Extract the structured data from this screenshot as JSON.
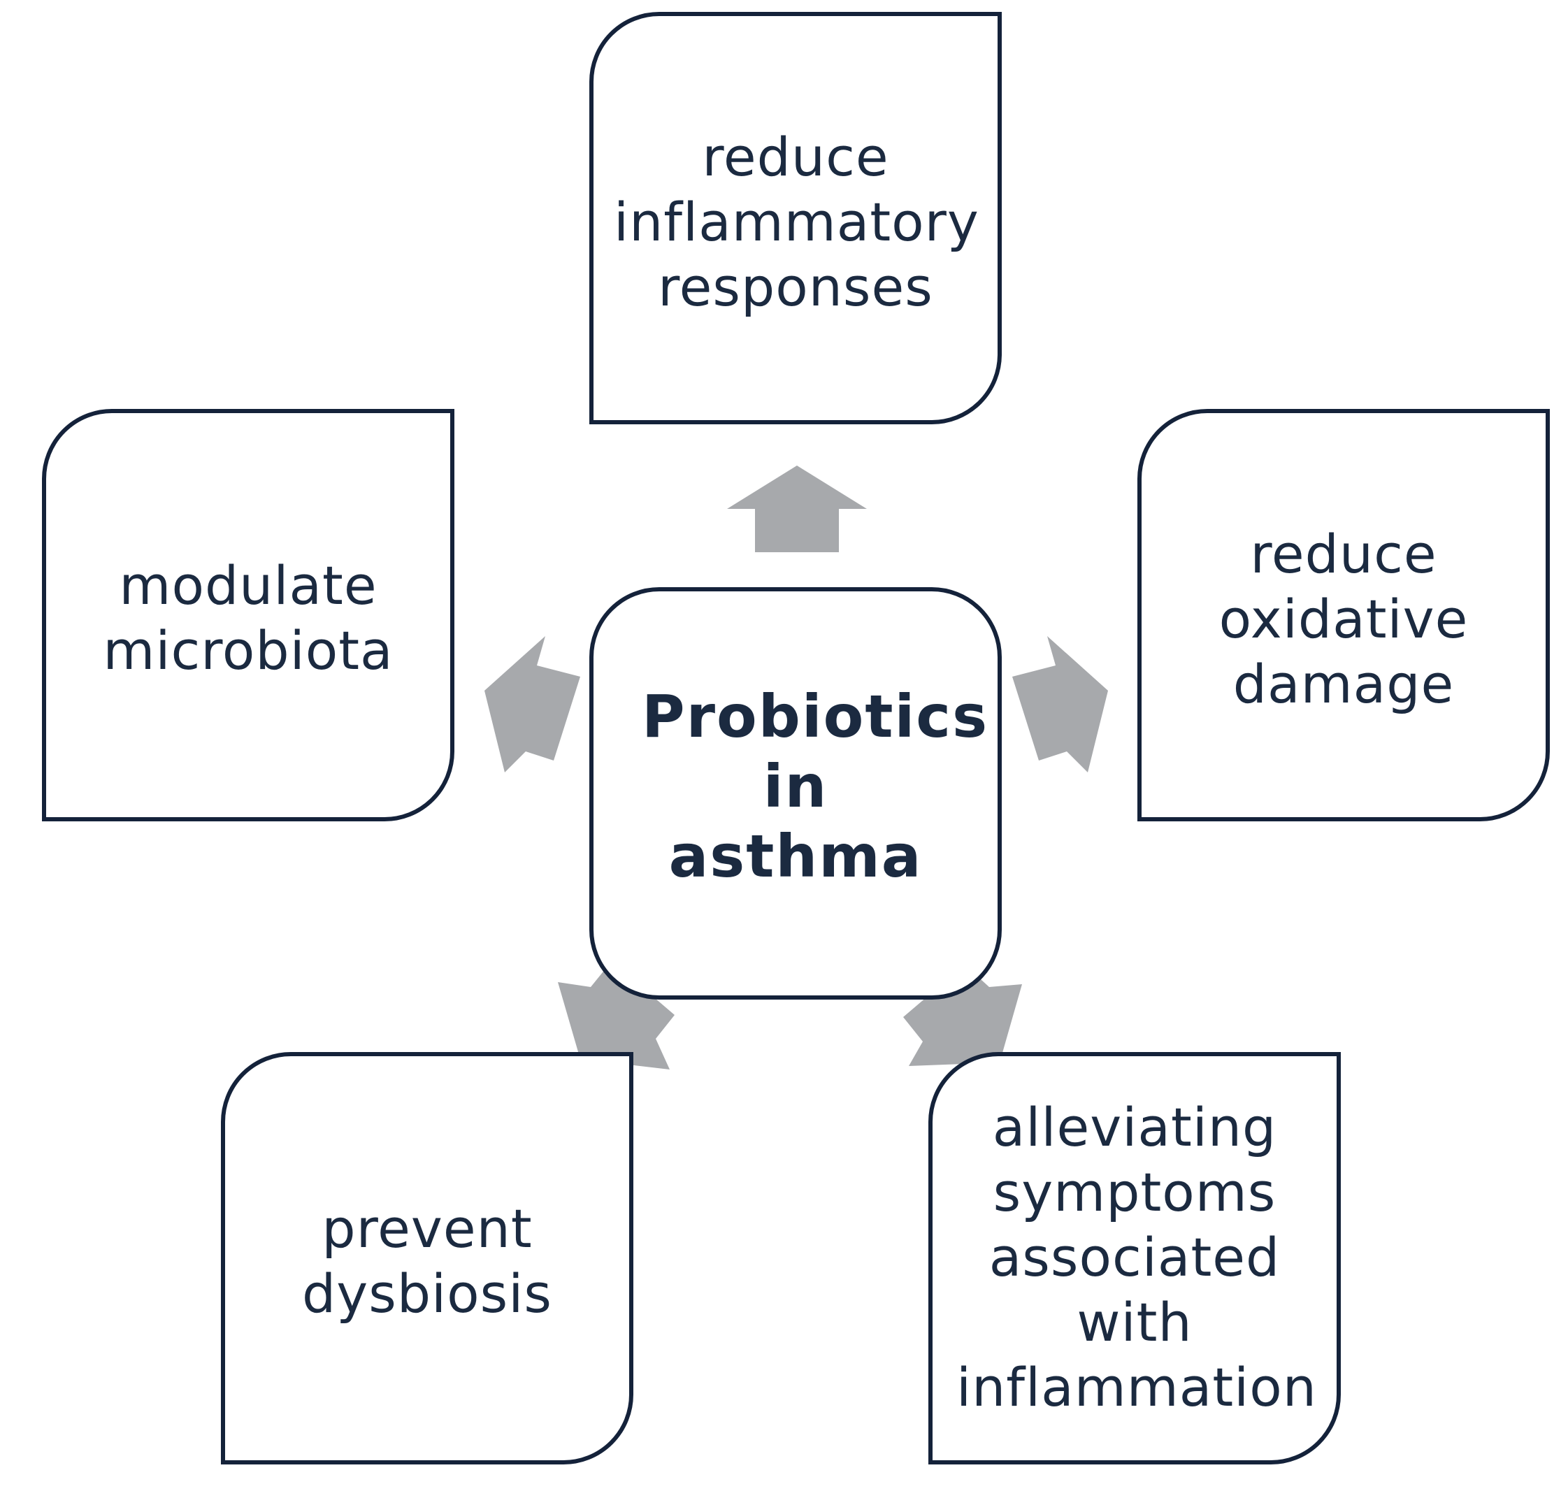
{
  "center": {
    "label": "Probiotics in asthma"
  },
  "effects": {
    "top": "reduce inflammatory responses",
    "left": "modulate microbiota",
    "right": "reduce oxidative damage",
    "bottom_left": "prevent dysbiosis",
    "bottom_right": "alleviating symptoms associated with inflammation"
  },
  "colors": {
    "box_border": "#14223a",
    "text": "#1b2a40",
    "arrow": "#a7a9ac"
  }
}
